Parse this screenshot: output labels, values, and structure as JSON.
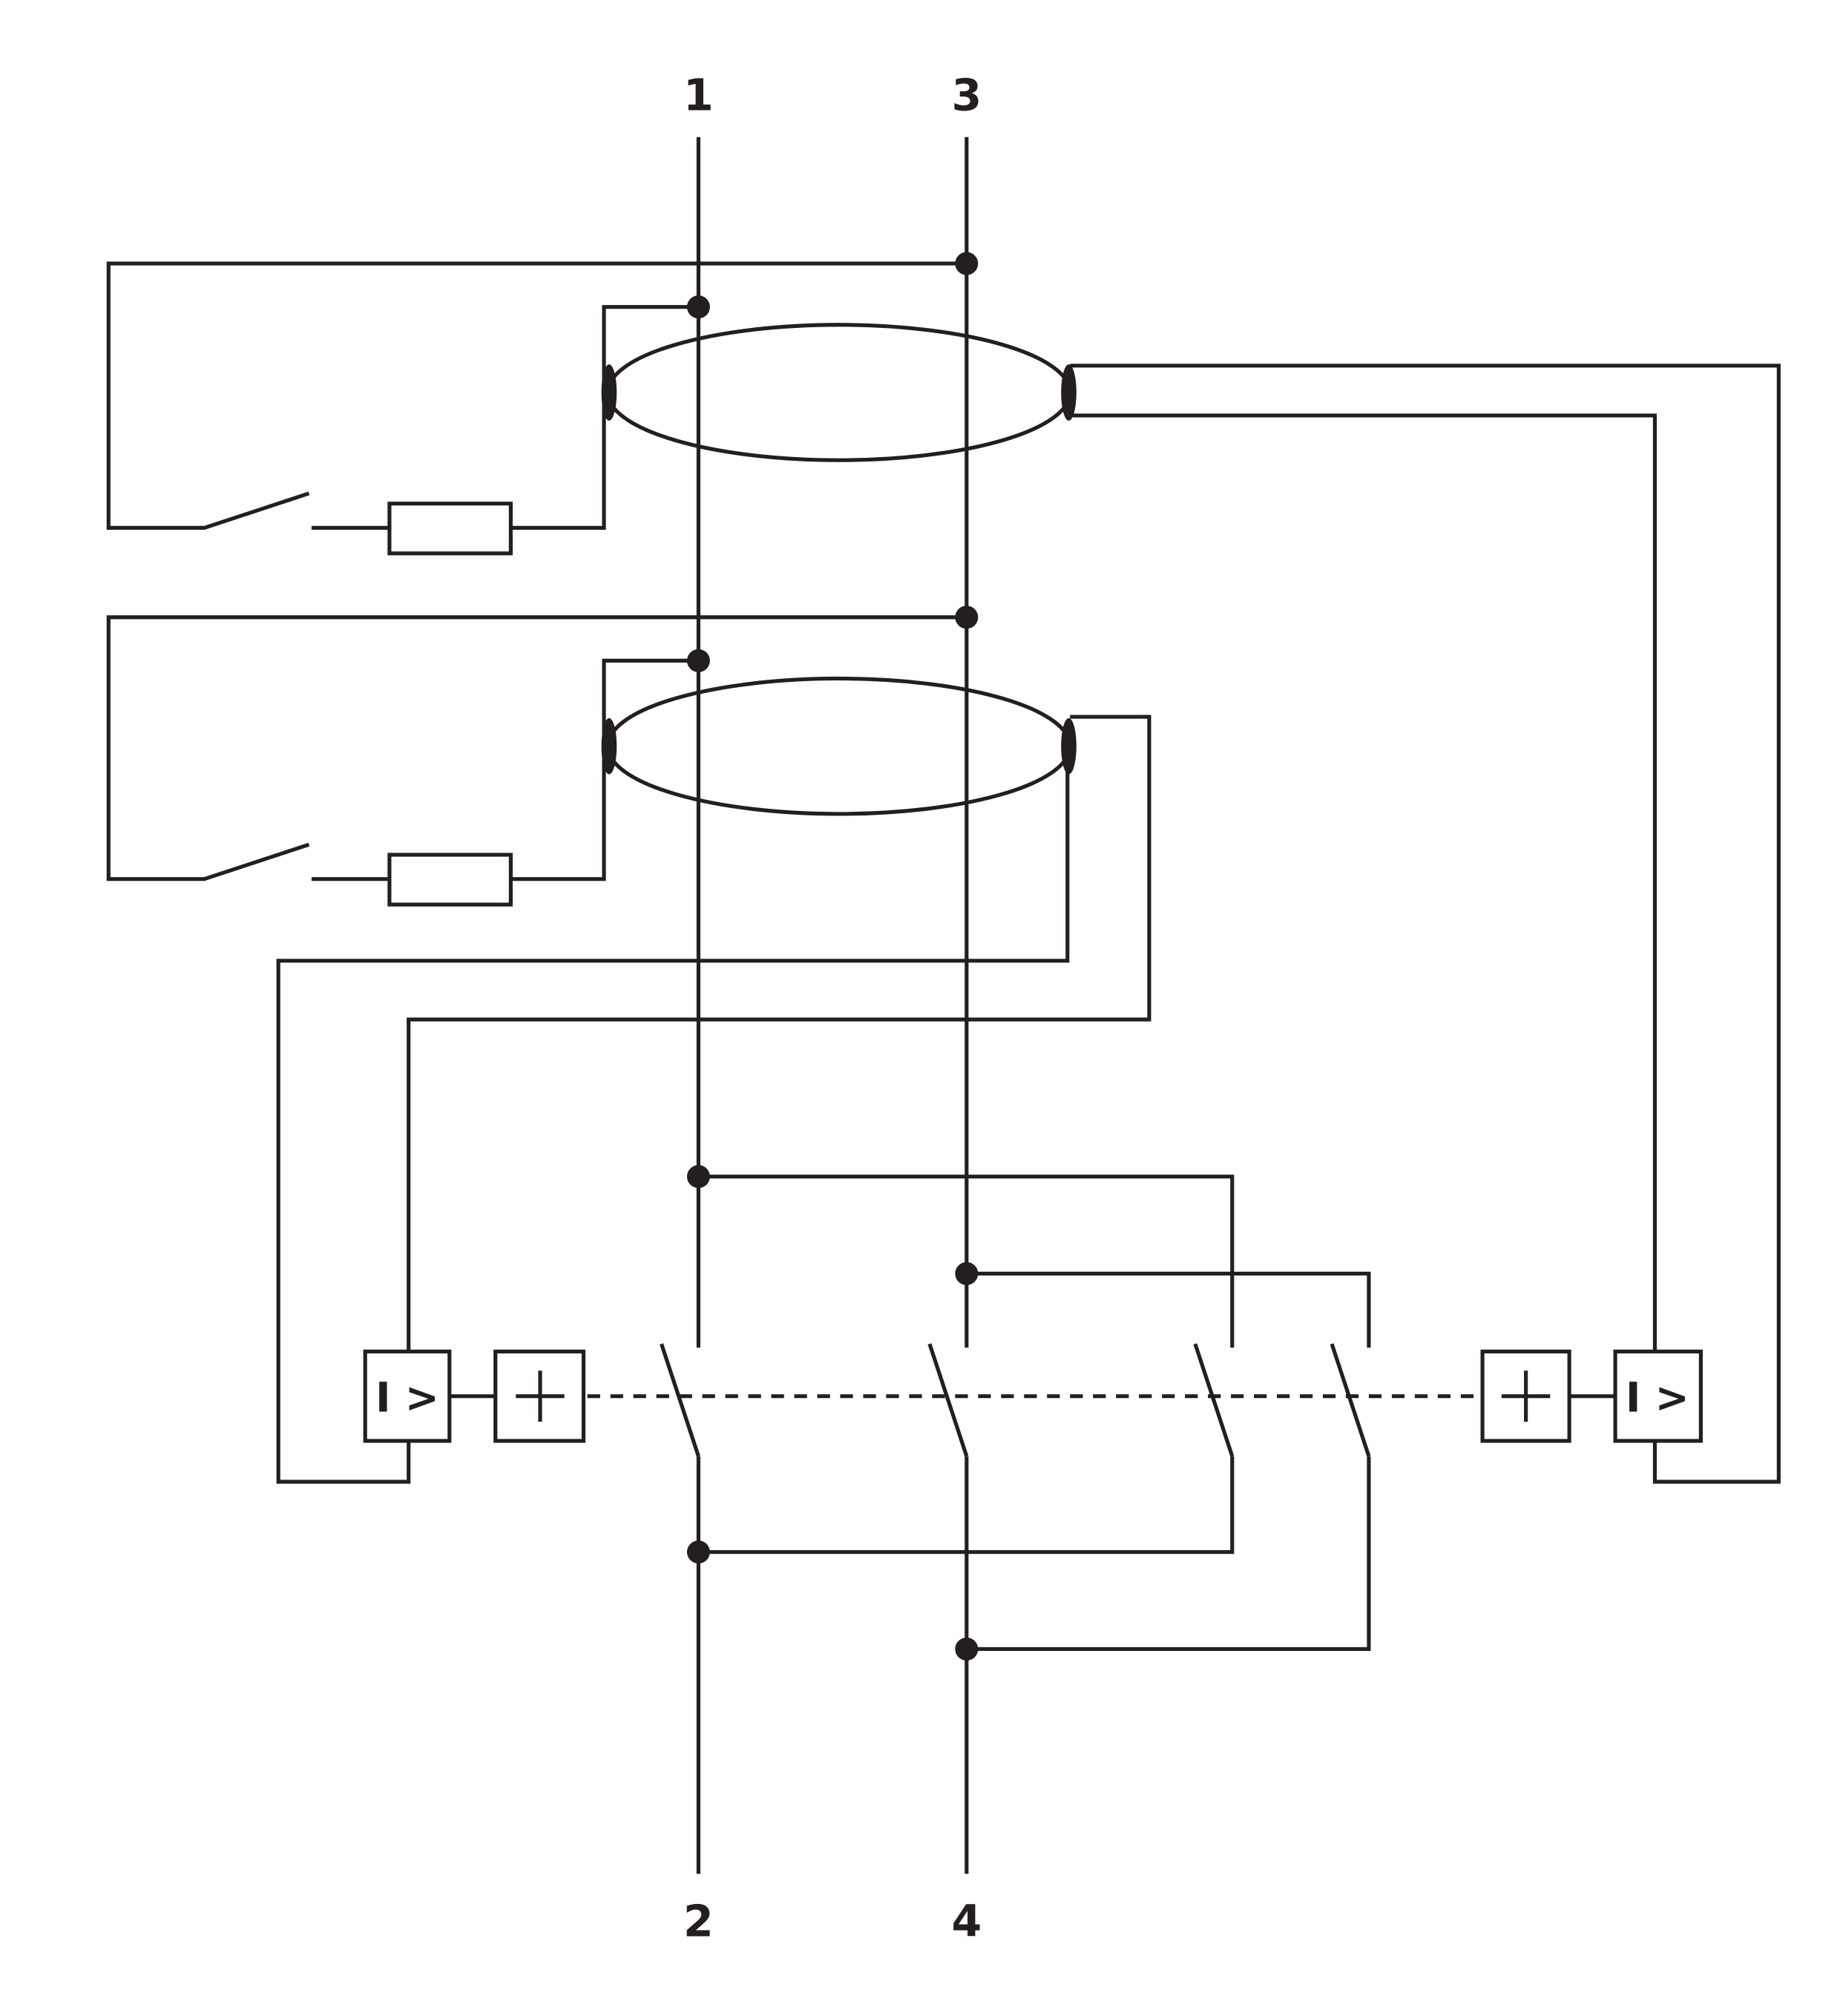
{
  "terminals": {
    "t1": "1",
    "t2": "2",
    "t3": "3",
    "t4": "4"
  },
  "relays": {
    "left": "I >",
    "right": "I >"
  },
  "colors": {
    "line": "#231f20",
    "background": "#ffffff"
  }
}
